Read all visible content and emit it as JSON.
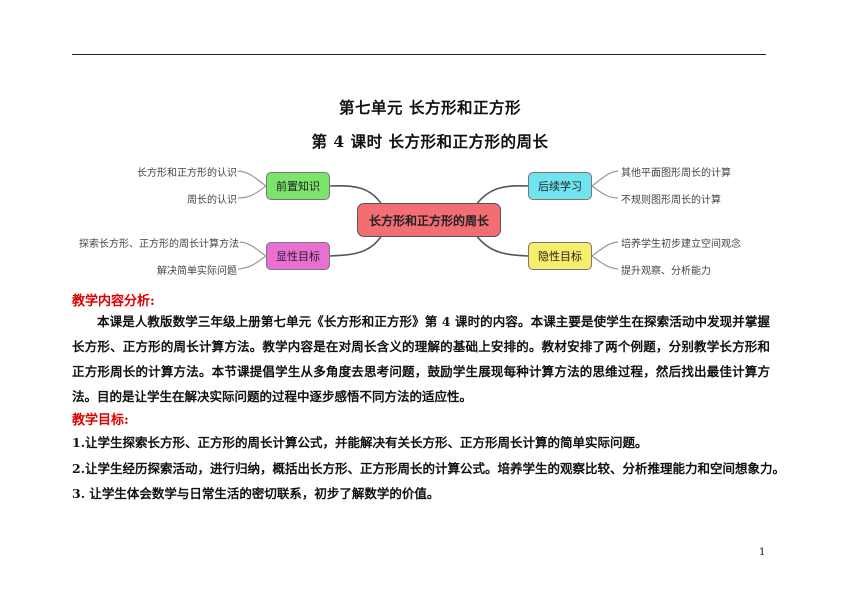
{
  "unit_title": "第七单元  长方形和正方形",
  "lesson_title": "第 4 课时  长方形和正方形的周长",
  "mindmap": {
    "center": "长方形和正方形的周长",
    "prior_knowledge": {
      "label": "前置知识",
      "items": [
        "长方形和正方形的认识",
        "周长的认识"
      ]
    },
    "explicit_goals": {
      "label": "显性目标",
      "items": [
        "探索长方形、正方形的周长计算方法",
        "解决简单实际问题"
      ]
    },
    "follow_up": {
      "label": "后续学习",
      "items": [
        "其他平面图形周长的计算",
        "不规则图形周长的计算"
      ]
    },
    "implicit_goals": {
      "label": "隐性目标",
      "items": [
        "培养学生初步建立空间观念",
        "提升观察、分析能力"
      ]
    }
  },
  "analysis": {
    "heading": "教学内容分析:",
    "text": "本课是人教版数学三年级上册第七单元《长方形和正方形》第 4 课时的内容。本课主要是使学生在探索活动中发现并掌握长方形、正方形的周长计算方法。教学内容是在对周长含义的理解的基础上安排的。教材安排了两个例题，分别教学长方形和正方形周长的计算方法。本节课提倡学生从多角度去思考问题，鼓励学生展现每种计算方法的思维过程，然后找出最佳计算方法。目的是让学生在解决实际问题的过程中逐步感悟不同方法的适应性。"
  },
  "goals": {
    "heading": "教学目标:",
    "items": [
      "1.让学生探索长方形、正方形的周长计算公式，并能解决有关长方形、正方形周长计算的简单实际问题。",
      "2.让学生经历探索活动，进行归纳，概括出长方形、正方形周长的计算公式。培养学生的观察比较、分析推理能力和空间想象力。",
      "3.  让学生体会数学与日常生活的密切联系，初步了解数学的价值。"
    ]
  },
  "page_number": "1",
  "colors": {
    "center": "#f36e73",
    "prior": "#7ce36b",
    "explicit": "#ea6fd2",
    "follow": "#6fe3ee",
    "implicit": "#f7ee6c",
    "heading": "#e00000"
  }
}
